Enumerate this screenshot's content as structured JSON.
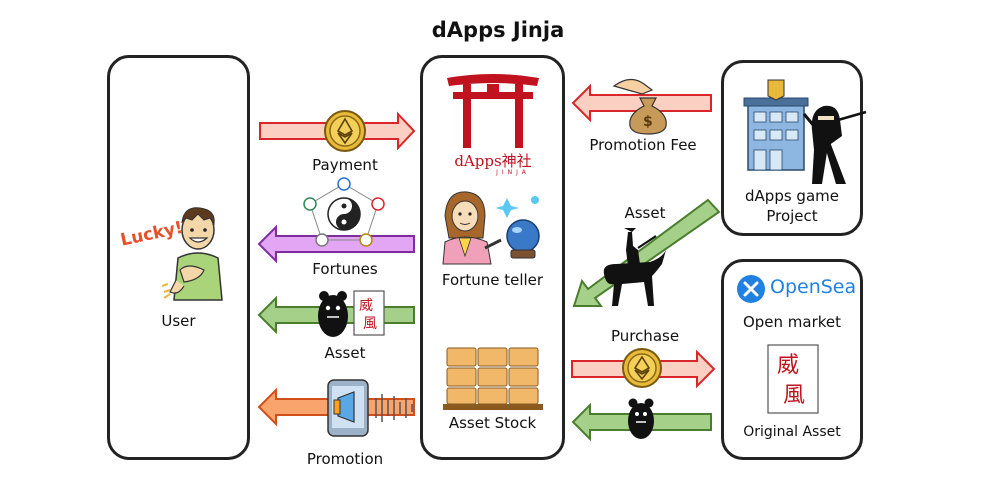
{
  "title": "dApps Jinja",
  "boxes": {
    "user": {
      "label": "User"
    },
    "jinja": {
      "logo_text": "dApps",
      "logo_kanji": "神社",
      "logo_sub": "JINJA",
      "fortune_teller": "Fortune teller",
      "asset_stock": "Asset Stock"
    },
    "project": {
      "label_line1": "dApps game",
      "label_line2": "Project"
    },
    "market": {
      "brand": "OpenSea",
      "label": "Open market",
      "original_asset": "Original Asset"
    }
  },
  "user_figure": {
    "exclamation": "Lucky!"
  },
  "flows": {
    "payment": "Payment",
    "fortunes": "Fortunes",
    "asset_to_user": "Asset",
    "promotion": "Promotion",
    "promotion_fee": "Promotion Fee",
    "asset_from_project": "Asset",
    "purchase": "Purchase"
  },
  "colors": {
    "payment_arrow": "#fbd0c2",
    "payment_border": "#d9262a",
    "fortunes_arrow": "#e3a6f4",
    "fortunes_border": "#7d2d9c",
    "asset_arrow": "#a5d08a",
    "asset_border": "#4a7e2e",
    "promotion_arrow": "#f8a46c",
    "promotion_border": "#d24f1c",
    "torii_red": "#c1121f",
    "eth_gold": "#e9b93a",
    "opensea_blue": "#2081e2"
  },
  "icons": [
    "ethereum-coin-icon",
    "torii-gate-icon",
    "yin-yang-icon",
    "money-bag-icon",
    "ninja-icon",
    "samurai-horse-icon",
    "megaphone-phone-icon",
    "treasure-box-icon",
    "bear-character-icon",
    "crystal-ball-icon",
    "opensea-logo-icon",
    "seal-card-icon"
  ]
}
